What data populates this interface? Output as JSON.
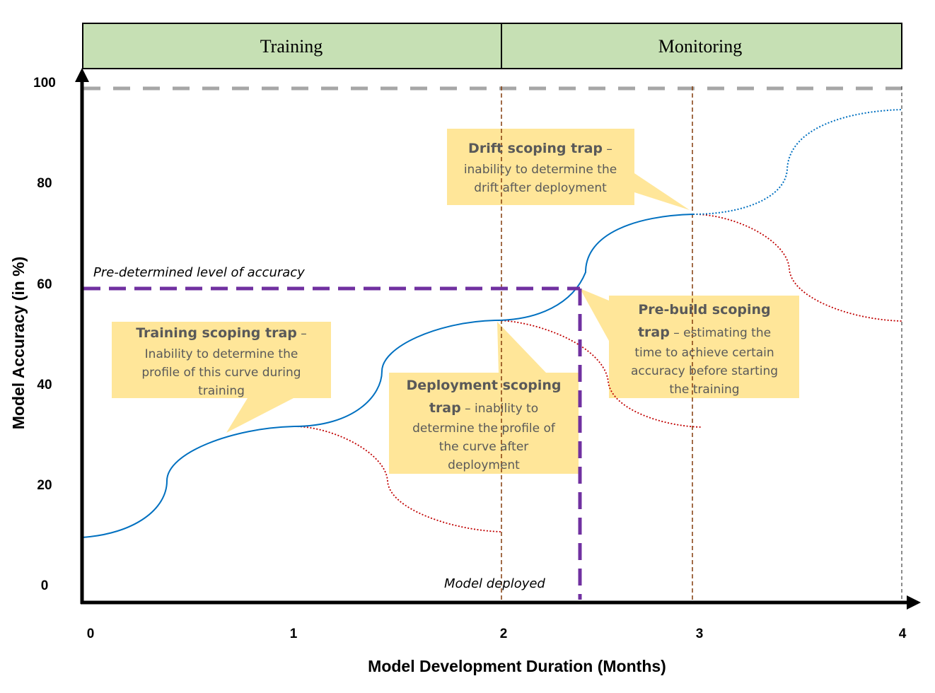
{
  "phases": {
    "training": "Training",
    "monitoring": "Monitoring"
  },
  "y_axis": {
    "label": "Model Accuracy (in %)",
    "ticks": [
      "100",
      "80",
      "60",
      "40",
      "20",
      "0"
    ]
  },
  "x_axis": {
    "label": "Model Development Duration (Months)",
    "ticks": [
      "0",
      "1",
      "2",
      "3",
      "4"
    ]
  },
  "annotations": {
    "predetermined": "Pre-determined level of accuracy",
    "model_deployed": "Model deployed"
  },
  "callouts": [
    {
      "id": "training-scoping-trap",
      "lines": [
        {
          "bold": "Training scoping trap",
          "text": " –"
        },
        {
          "bold": "",
          "text": "Inability to determine the"
        },
        {
          "bold": "",
          "text": "profile of this curve during"
        },
        {
          "bold": "",
          "text": "training"
        }
      ]
    },
    {
      "id": "deployment-scoping-trap",
      "lines": [
        {
          "bold": "Deployment scoping",
          "text": ""
        },
        {
          "bold": "trap",
          "text": " – inability to"
        },
        {
          "bold": "",
          "text": "determine the profile of"
        },
        {
          "bold": "",
          "text": "the curve after"
        },
        {
          "bold": "",
          "text": "deployment"
        }
      ]
    },
    {
      "id": "drift-scoping-trap",
      "lines": [
        {
          "bold": "Drift scoping trap",
          "text": " –"
        },
        {
          "bold": "",
          "text": "inability to determine the"
        },
        {
          "bold": "",
          "text": "drift after deployment"
        }
      ]
    },
    {
      "id": "pre-build-scoping-trap",
      "lines": [
        {
          "bold": "Pre-build scoping",
          "text": ""
        },
        {
          "bold": "trap",
          "text": " – estimating the"
        },
        {
          "bold": "",
          "text": "time to achieve certain"
        },
        {
          "bold": "",
          "text": "accuracy before starting"
        },
        {
          "bold": "",
          "text": "the training"
        }
      ]
    }
  ],
  "colors": {
    "phase_fill": "#c6e0b4",
    "callout_fill": "#ffe699",
    "curve": "#0070c0",
    "alt_curve": "#c00000",
    "target_line": "#7030a0",
    "max_line": "#a6a6a6",
    "milestone_line": "#843c0c"
  }
}
